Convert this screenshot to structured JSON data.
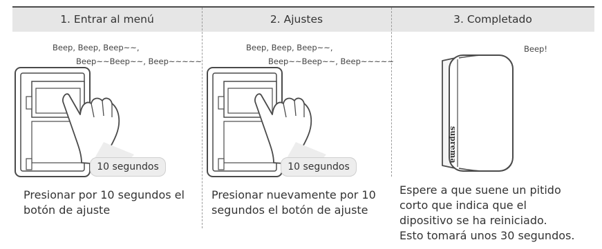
{
  "steps": [
    {
      "title": "1. Entrar al menú",
      "beep_line1": "Beep, Beep, Beep~~,",
      "beep_line2": "Beep~~Beep~~, Beep~~~~~",
      "duration_label": "10 segundos",
      "caption_line1": "Presionar por 10 segundos el",
      "caption_line2": "botón de ajuste"
    },
    {
      "title": "2. Ajustes",
      "beep_line1": "Beep, Beep, Beep~~,",
      "beep_line2": "Beep~~Beep~~, Beep~~~~~",
      "duration_label": "10 segundos",
      "caption_line1": "Presionar nuevamente por 10",
      "caption_line2": "segundos el botón de ajuste"
    },
    {
      "title": "3. Completado",
      "beep_line1": "Beep!",
      "device_brand": "suprema",
      "caption_line1": "Espere a que suene un pitido",
      "caption_line2": "corto que indica que el",
      "caption_line3": "dipositivo se ha reiniciado.",
      "caption_line4": "Esto tomará unos 30 segundos."
    }
  ]
}
